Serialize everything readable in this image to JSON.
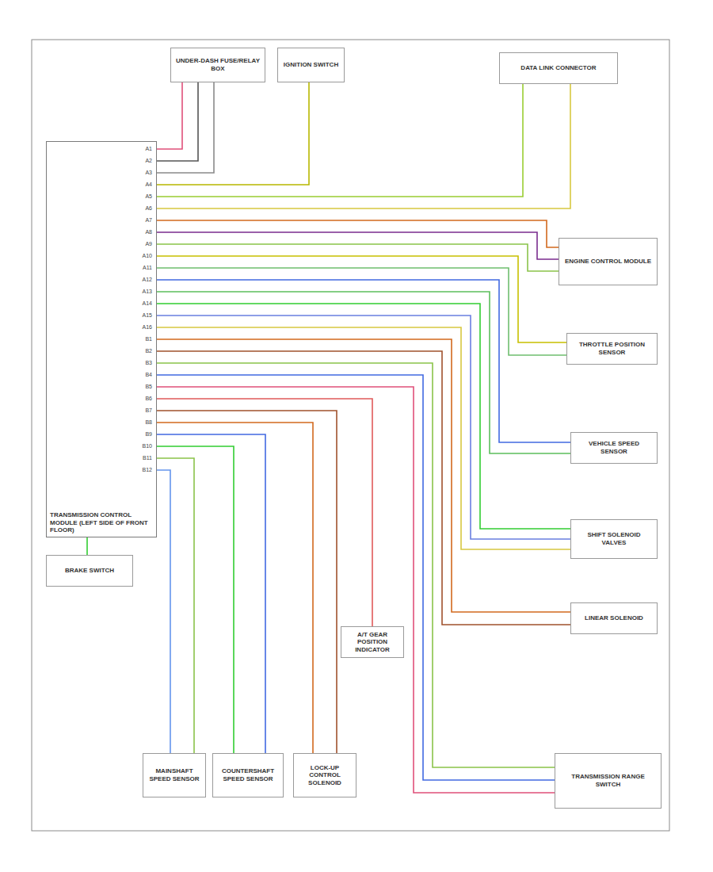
{
  "diagram": {
    "nodes": [
      {
        "text": [
          "UNDER-DASH FUSE/RELAY BOX"
        ]
      },
      {
        "text": [
          "IGNITION SWITCH"
        ]
      },
      {
        "text": [
          "DATA LINK CONNECTOR"
        ]
      },
      {
        "text": [
          "TRANSMISSION CONTROL MODULE (LEFT SIDE OF FRONT FLOOR)"
        ]
      },
      {
        "text": [
          "ENGINE CONTROL MODULE"
        ]
      },
      {
        "text": [
          "THROTTLE POSITION SENSOR"
        ]
      },
      {
        "text": [
          "VEHICLE SPEED SENSOR"
        ]
      },
      {
        "text": [
          "SHIFT SOLENOID VALVES"
        ]
      },
      {
        "text": [
          "BRAKE SWITCH"
        ]
      },
      {
        "text": [
          "LINEAR SOLENOID"
        ]
      },
      {
        "text": [
          "A/T GEAR POSITION INDICATOR"
        ]
      },
      {
        "text": [
          "MAINSHAFT SPEED SENSOR"
        ]
      },
      {
        "text": [
          "COUNTERSHAFT SPEED SENSOR"
        ]
      },
      {
        "text": [
          "LOCK-UP CONTROL SOLENOID"
        ]
      },
      {
        "text": [
          "TRANSMISSION RANGE SWITCH"
        ]
      }
    ],
    "edges": [
      {
        "from": 3,
        "to": 0,
        "arrow": "none"
      },
      {
        "from": 3,
        "to": 0,
        "arrow": "none"
      },
      {
        "from": 3,
        "to": 0,
        "arrow": "none"
      },
      {
        "from": 3,
        "to": 1,
        "arrow": "none"
      },
      {
        "from": 3,
        "to": 2,
        "arrow": "none"
      },
      {
        "from": 3,
        "to": 2,
        "arrow": "none"
      },
      {
        "from": 3,
        "to": 4,
        "arrow": "none"
      },
      {
        "from": 3,
        "to": 4,
        "arrow": "none"
      },
      {
        "from": 3,
        "to": 4,
        "arrow": "none"
      },
      {
        "from": 3,
        "to": 5,
        "arrow": "none"
      },
      {
        "from": 3,
        "to": 5,
        "arrow": "none"
      },
      {
        "from": 3,
        "to": 6,
        "arrow": "none"
      },
      {
        "from": 3,
        "to": 6,
        "arrow": "none"
      },
      {
        "from": 3,
        "to": 7,
        "arrow": "none"
      },
      {
        "from": 3,
        "to": 7,
        "arrow": "none"
      },
      {
        "from": 3,
        "to": 7,
        "arrow": "none"
      },
      {
        "from": 3,
        "to": 9,
        "arrow": "none"
      },
      {
        "from": 3,
        "to": 9,
        "arrow": "none"
      },
      {
        "from": 3,
        "to": 14,
        "arrow": "none"
      },
      {
        "from": 3,
        "to": 14,
        "arrow": "none"
      },
      {
        "from": 3,
        "to": 14,
        "arrow": "none"
      },
      {
        "from": 3,
        "to": 10,
        "arrow": "none"
      },
      {
        "from": 3,
        "to": 13,
        "arrow": "none"
      },
      {
        "from": 3,
        "to": 13,
        "arrow": "none"
      },
      {
        "from": 3,
        "to": 12,
        "arrow": "none"
      },
      {
        "from": 3,
        "to": 12,
        "arrow": "none"
      },
      {
        "from": 3,
        "to": 11,
        "arrow": "none"
      },
      {
        "from": 3,
        "to": 11,
        "arrow": "none"
      },
      {
        "from": 3,
        "to": 8,
        "arrow": "none"
      }
    ],
    "labels": [
      "A1",
      "A2",
      "A3",
      "A4",
      "A5",
      "A6",
      "A7",
      "A8",
      "A9",
      "A10",
      "A11",
      "A12",
      "A13",
      "A14",
      "A15",
      "A16",
      "B1",
      "B2",
      "B3",
      "B4",
      "B5",
      "B6",
      "B7",
      "B8",
      "B9",
      "B10",
      "B11",
      "B12"
    ]
  }
}
